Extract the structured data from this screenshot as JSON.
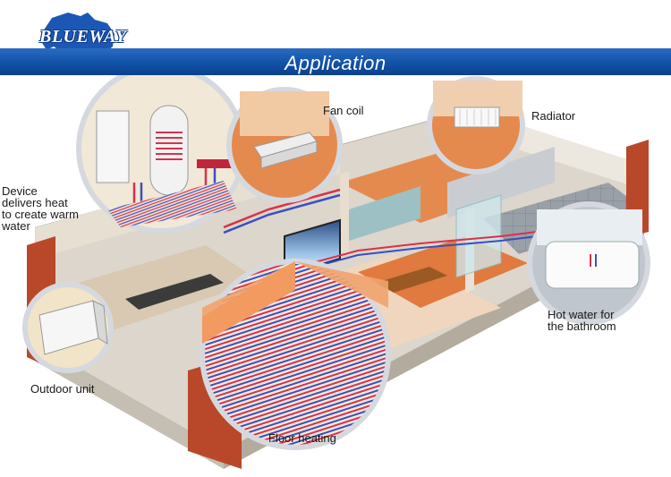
{
  "brand": {
    "logo_text": "BLUEWAY"
  },
  "banner": {
    "title": "Application"
  },
  "labels": {
    "fan_coil": "Fan coil",
    "radiator": "Radiator",
    "device": "Device\ndelivers heat\nto create warm\nwater",
    "hot_water": "Hot water for\nthe bathroom",
    "outdoor_unit": "Outdoor unit",
    "floor_heating": "Floor heating"
  },
  "colors": {
    "banner_blue": "#1152a8",
    "brick": "#b9482a",
    "floor_orange": "#e8854a",
    "pipe_red": "#d8324a",
    "pipe_blue": "#3a4fbf"
  }
}
